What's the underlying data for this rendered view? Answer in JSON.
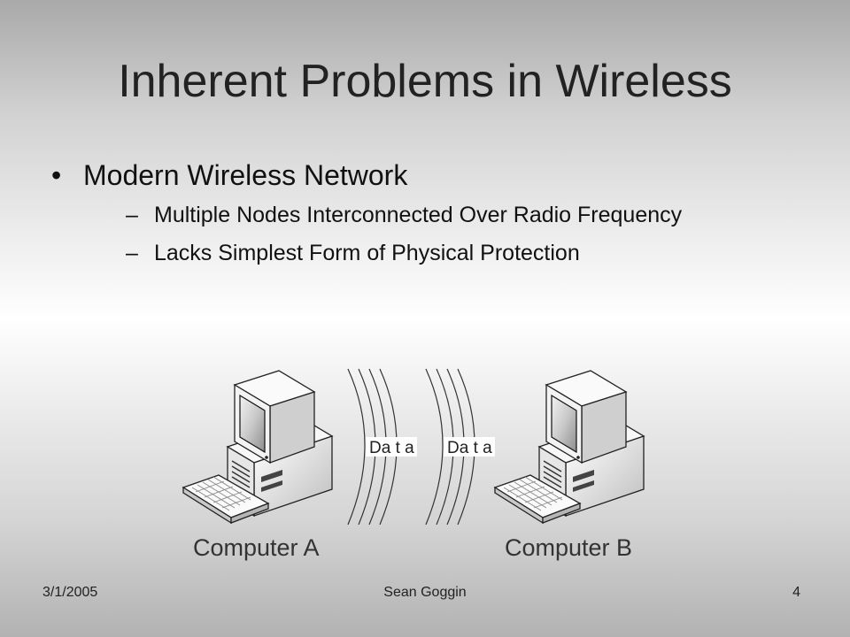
{
  "slide": {
    "title": "Inherent Problems in Wireless",
    "bullet": {
      "marker": "•",
      "text": "Modern Wireless Network",
      "sub_marker": "–",
      "subs": [
        "Multiple Nodes Interconnected Over Radio Frequency",
        "Lacks Simplest Form of Physical Protection"
      ]
    },
    "diagram": {
      "computer_a": "Computer A",
      "computer_b": "Computer B",
      "packet_left": "Da t a",
      "packet_right": "Da t a"
    },
    "footer": {
      "date": "3/1/2005",
      "author": "Sean Goggin",
      "page": "4"
    }
  }
}
